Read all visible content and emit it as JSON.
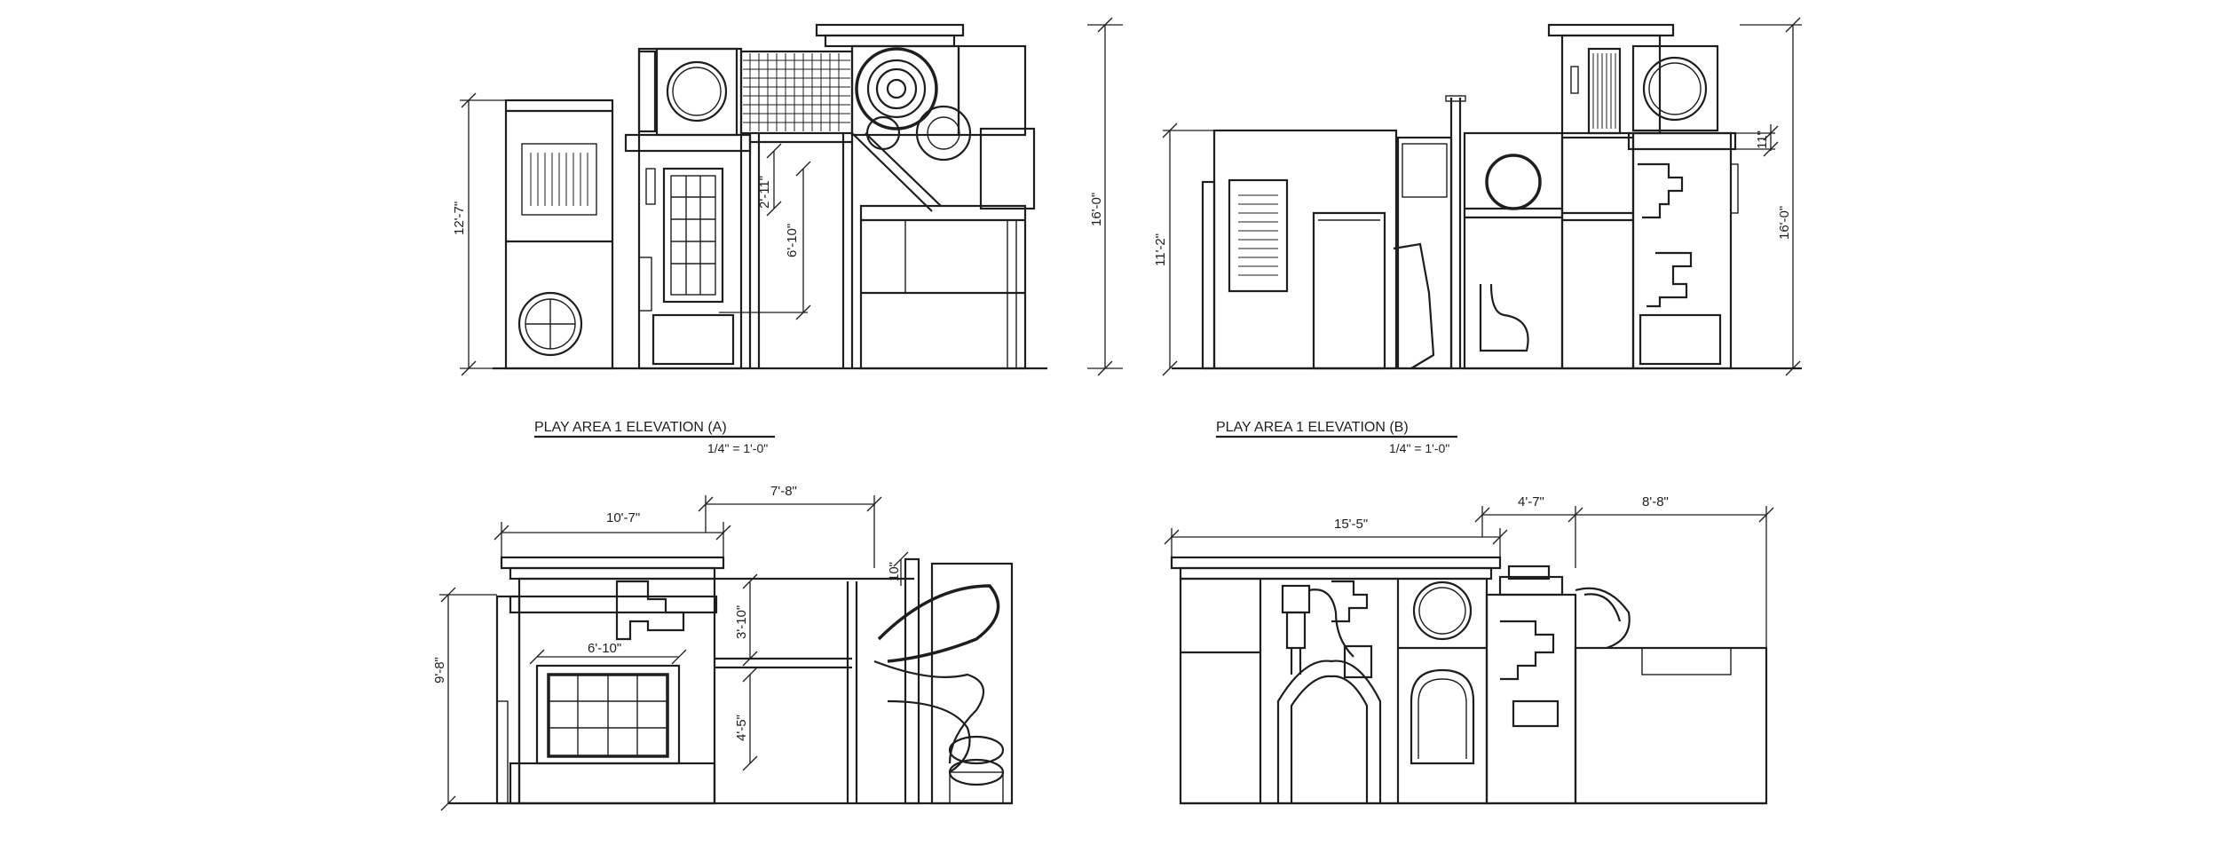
{
  "views": {
    "elevation_a": {
      "title": "PLAY AREA 1 ELEVATION (A)",
      "scale": "1/4\" = 1'-0\"",
      "dims": {
        "overall_height": "16'-0\"",
        "left_tower_height": "12'-7\"",
        "upper_opening": "2'-11\"",
        "lower_opening": "6'-10\""
      }
    },
    "elevation_b": {
      "title": "PLAY AREA 1 ELEVATION (B)",
      "scale": "1/4\" = 1'-0\"",
      "dims": {
        "overall_height": "16'-0\"",
        "left_block_height": "11'-2\"",
        "cap_height": "11\""
      }
    },
    "elevation_c": {
      "dims": {
        "width_left": "10'-7\"",
        "width_right": "7'-8\"",
        "overall_height": "9'-8\"",
        "upper_opening": "3'-10\"",
        "lower_opening": "4'-5\"",
        "window_width": "6'-10\"",
        "top_small": "10\""
      }
    },
    "elevation_d": {
      "dims": {
        "width_main": "15'-5\"",
        "width_mid": "4'-7\"",
        "width_right": "8'-8\""
      }
    }
  }
}
